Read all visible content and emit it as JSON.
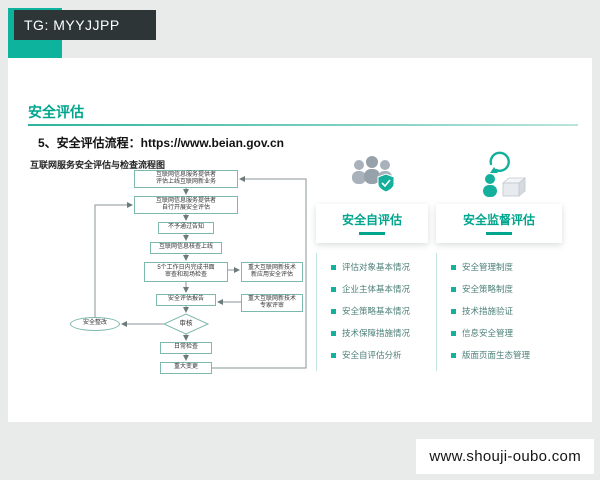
{
  "badge": {
    "text": "TG: MYYJJPP"
  },
  "watermark": {
    "text": "www.shouji-oubo.com"
  },
  "colors": {
    "accent": "#00a58d",
    "teal": "#14b09b",
    "badge_bg": "#2d3537",
    "page_bg": "#e9eaea"
  },
  "slide": {
    "title": "安全评估",
    "subtitle": "5、安全评估流程：https://www.beian.gov.cn",
    "flowchart": {
      "title": "互联网服务安全评估与检查流程图",
      "nodes": {
        "n1": "互联网信息服务提供者\n评估上线互联网新业务",
        "n2": "互联网信息服务提供者\n自行开展安全评估",
        "n3": "不予通过告知",
        "n4": "互联网信息核查上线",
        "n5": "5个工作日内完成书面\n审查和现场检查",
        "nr1": "重大互联网新技术\n新应用安全评估",
        "nr2": "重大互联网新技术\n专家评审",
        "n6": "安全评估报告",
        "n7": "审核",
        "n8": "安全整改",
        "n9": "日常检查",
        "n10": "重大变更"
      }
    },
    "cards": [
      {
        "title": "安全自评估",
        "icon": "team-shield-icon",
        "items": [
          "评估对象基本情况",
          "企业主体基本情况",
          "安全策略基本情况",
          "技术保障措施情况",
          "安全自评估分析"
        ]
      },
      {
        "title": "安全监督评估",
        "icon": "person-audit-icon",
        "items": [
          "安全管理制度",
          "安全策略制度",
          "技术措施验证",
          "信息安全管理",
          "版面页面生态管理"
        ]
      }
    ]
  }
}
